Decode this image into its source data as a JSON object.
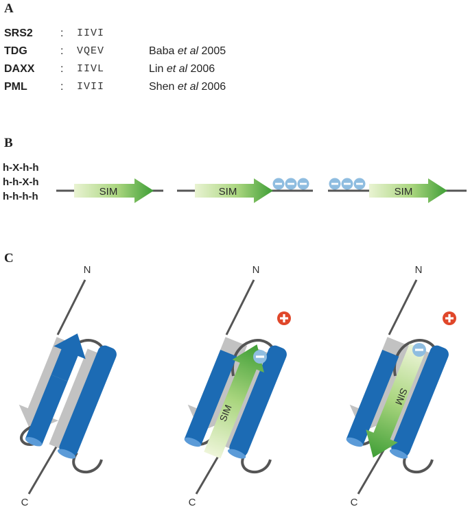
{
  "panels": {
    "a": "A",
    "b": "B",
    "c": "C"
  },
  "panel_a": {
    "rows": [
      {
        "name": "SRS2",
        "colon": ":",
        "sequence": "IIVI",
        "author": "",
        "etal": "",
        "year": ""
      },
      {
        "name": "TDG",
        "colon": ":",
        "sequence": "VQEV",
        "author": "Baba",
        "etal": "et al",
        "year": "2005"
      },
      {
        "name": "DAXX",
        "colon": ":",
        "sequence": "IIVL",
        "author": "Lin",
        "etal": "et al",
        "year": "2006"
      },
      {
        "name": "PML",
        "colon": ":",
        "sequence": "IVII",
        "author": "Shen",
        "etal": "et al",
        "year": "2006"
      }
    ]
  },
  "panel_b": {
    "patterns": [
      "h-X-h-h",
      "h-h-X-h",
      "h-h-h-h"
    ],
    "constructs": [
      {
        "label": "SIM",
        "acidic_position": "none",
        "charges": 0
      },
      {
        "label": "SIM",
        "acidic_position": "after",
        "charges": 3
      },
      {
        "label": "SIM",
        "acidic_position": "before",
        "charges": 3
      }
    ]
  },
  "panel_c": {
    "structures": [
      {
        "n_label": "N",
        "c_label": "C",
        "sim_label": "",
        "plus_charge": false,
        "minus_charge": false
      },
      {
        "n_label": "N",
        "c_label": "C",
        "sim_label": "SIM",
        "sim_orientation": "parallel",
        "plus_charge": true,
        "minus_charge": true
      },
      {
        "n_label": "N",
        "c_label": "C",
        "sim_label": "SIM",
        "sim_orientation": "antiparallel",
        "plus_charge": true,
        "minus_charge": true
      }
    ]
  },
  "colors": {
    "strand_blue": "#1c6bb4",
    "strand_grey": "#c2c2c2",
    "sim_green": "#4caf3c",
    "charge_blue": "#8fbde0",
    "charge_red": "#e0472a",
    "backbone": "#555555"
  }
}
